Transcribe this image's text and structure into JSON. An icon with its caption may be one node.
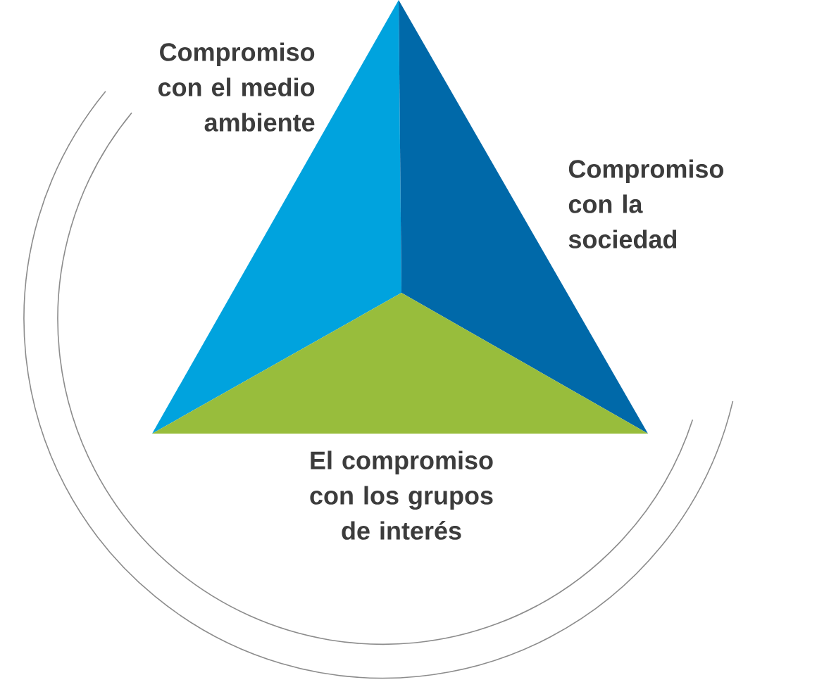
{
  "diagram": {
    "nodes": [
      {
        "text": [
          "Compromiso con el medio ambiente"
        ]
      },
      {
        "text": [
          "Compromiso con la sociedad"
        ]
      },
      {
        "text": [
          "El compromiso con los grupos de interés"
        ]
      }
    ]
  }
}
